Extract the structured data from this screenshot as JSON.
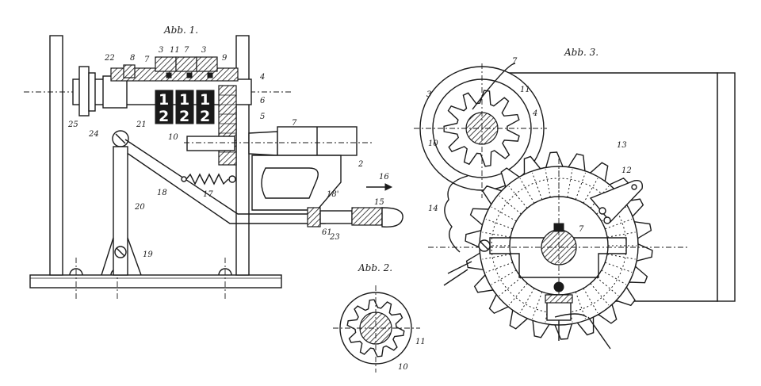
{
  "figures": {
    "fig1": {
      "title": "Abb. 1.",
      "counter_digits": [
        "1",
        "2",
        "1",
        "2",
        "1",
        "2"
      ],
      "labels": [
        "22",
        "8",
        "3",
        "11",
        "7",
        "3",
        "7",
        "9",
        "4",
        "6",
        "5",
        "7",
        "2",
        "25",
        "24",
        "21",
        "10",
        "18",
        "17",
        "16",
        "18'",
        "15",
        "20",
        "61",
        "23",
        "19"
      ]
    },
    "fig2": {
      "title": "Abb. 2.",
      "labels": [
        "11",
        "10"
      ]
    },
    "fig3": {
      "title": "Abb. 3.",
      "labels": [
        "7",
        "3",
        "11",
        "4",
        "10",
        "13",
        "12",
        "14",
        "7"
      ]
    }
  }
}
